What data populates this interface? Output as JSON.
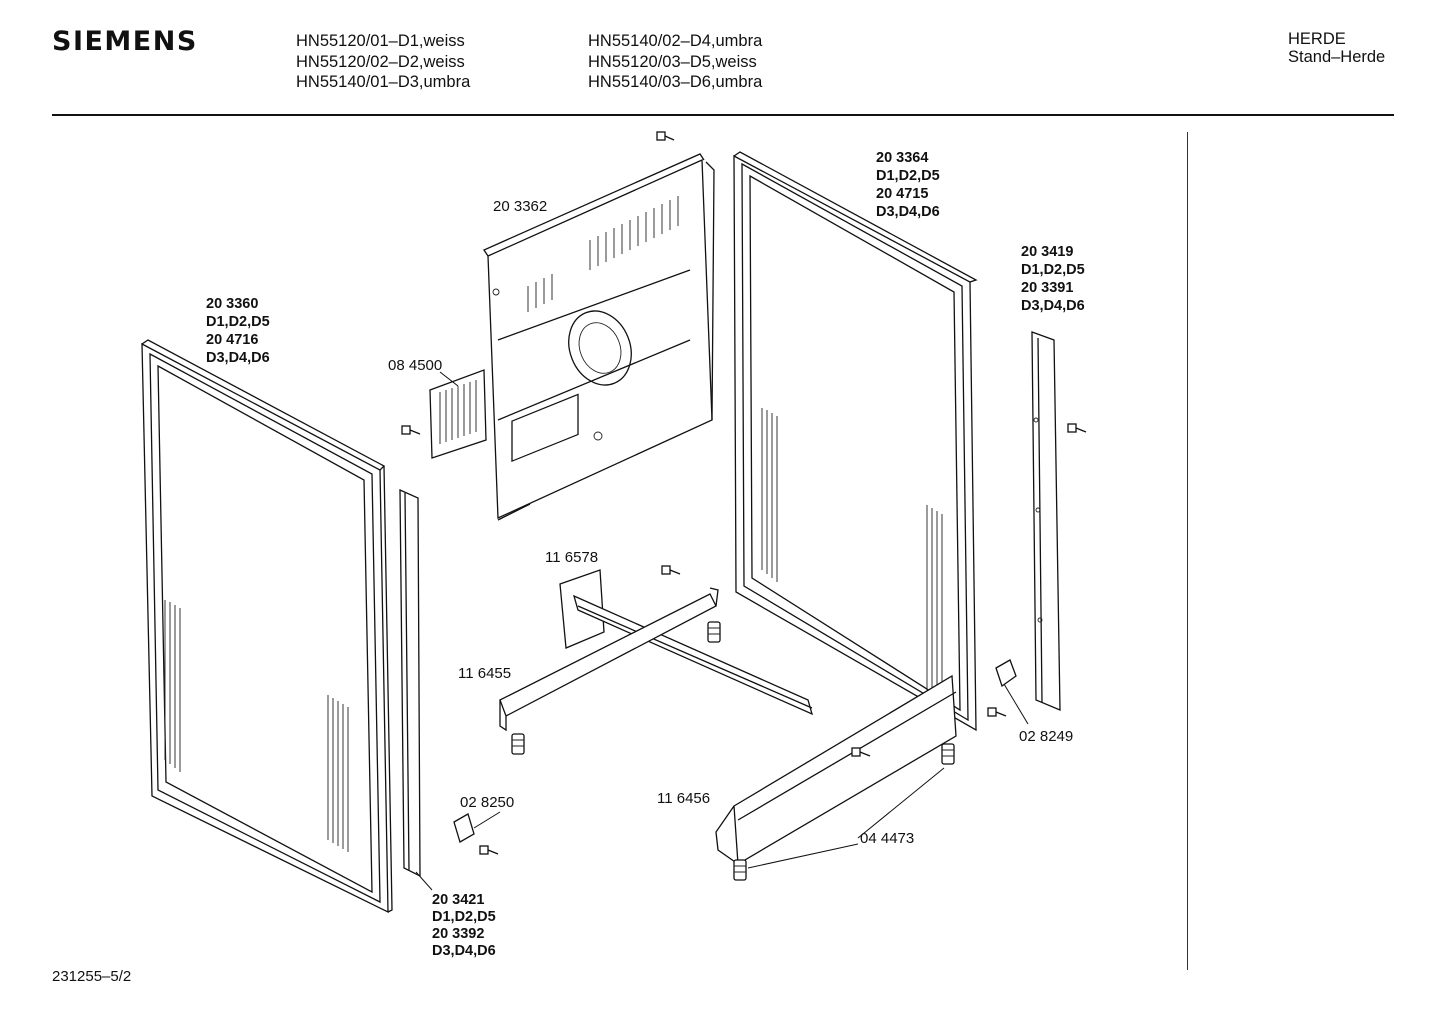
{
  "header": {
    "brand": "SIEMENS",
    "models_col1": [
      "HN55120/01–D1,weiss",
      "HN55120/02–D2,weiss",
      "HN55140/01–D3,umbra"
    ],
    "models_col2": [
      "HN55140/02–D4,umbra",
      "HN55120/03–D5,weiss",
      "HN55140/03–D6,umbra"
    ],
    "category": "HERDE",
    "subcategory": "Stand–Herde"
  },
  "footer": {
    "drawing_number": "231255–5/2"
  },
  "parts": {
    "p203360": [
      "20 3360",
      "D1,D2,D5",
      "20 4716",
      "D3,D4,D6"
    ],
    "p203362": "20 3362",
    "p084500": "08 4500",
    "p203364": [
      "20 3364",
      "D1,D2,D5",
      "20 4715",
      "D3,D4,D6"
    ],
    "p203419": [
      "20 3419",
      "D1,D2,D5",
      "20 3391",
      "D3,D4,D6"
    ],
    "p116578": "11 6578",
    "p116455": "11 6455",
    "p028249": "02 8249",
    "p028250": "02 8250",
    "p116456": "11 6456",
    "p044473": "04 4473",
    "p203421": [
      "20 3421",
      "D1,D2,D5",
      "20 3392",
      "D3,D4,D6"
    ]
  }
}
